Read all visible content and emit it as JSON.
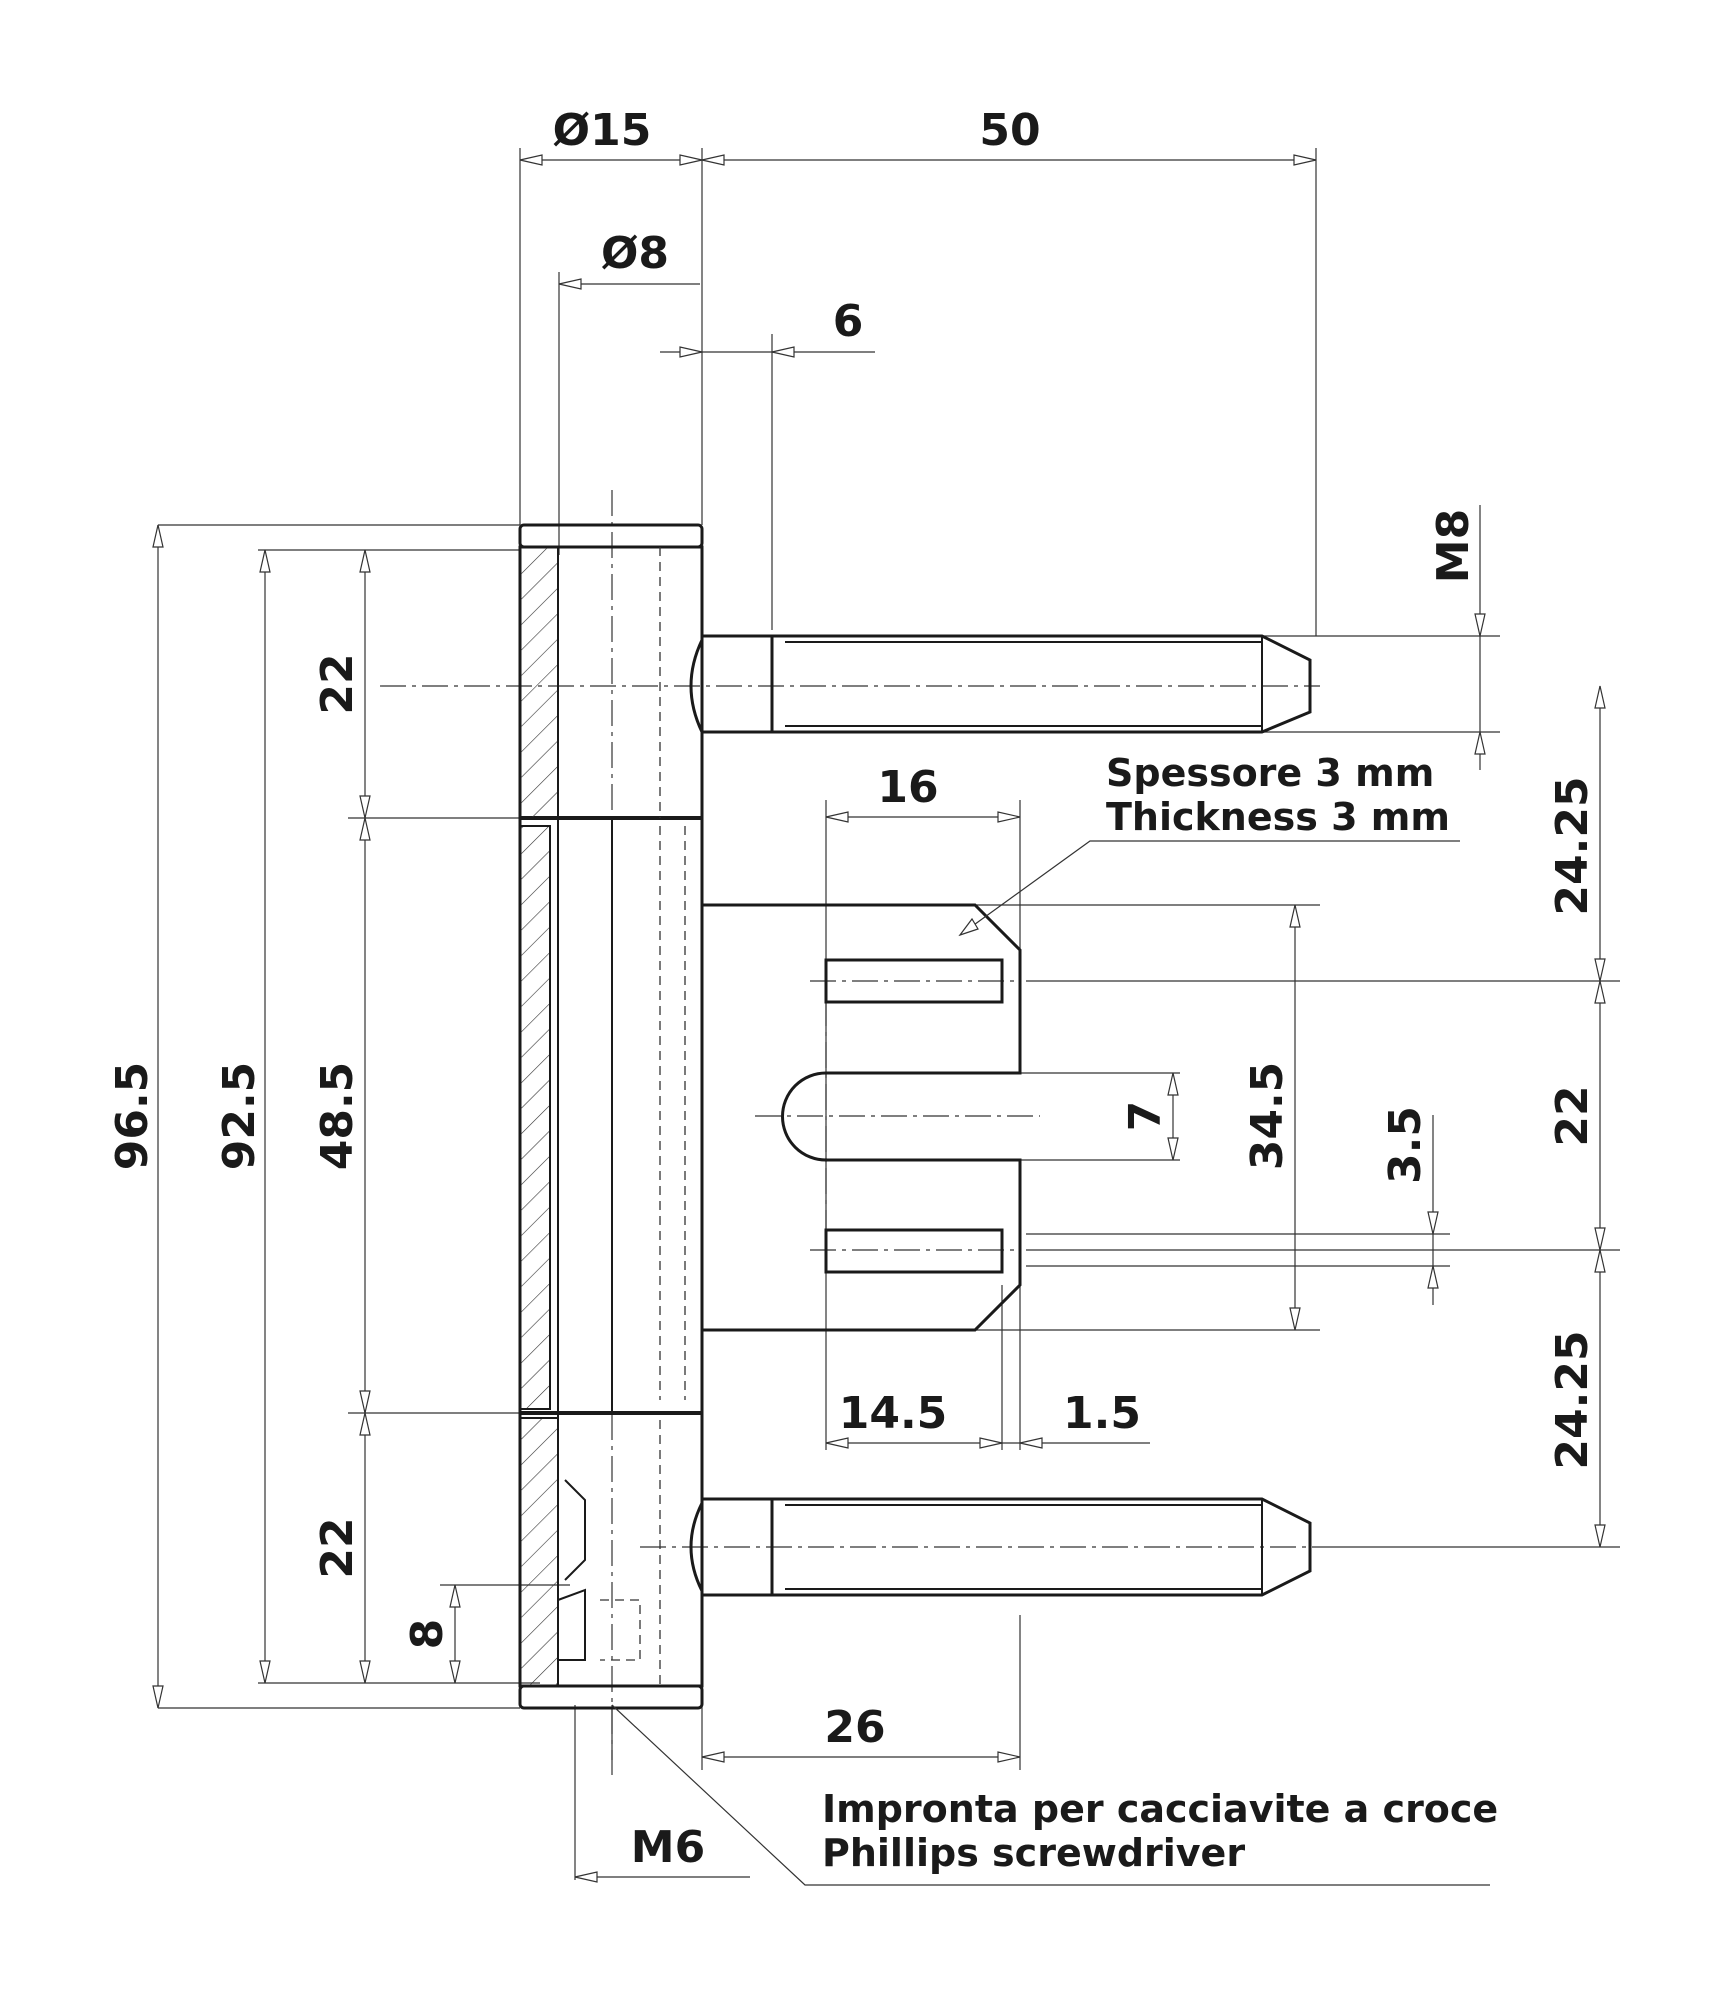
{
  "drawing": {
    "top_dims": {
      "barrel_diameter": "Ø15",
      "length": "50",
      "pin_diameter": "Ø8",
      "offset": "6"
    },
    "right_dims": {
      "thread": "M8",
      "upper_spacing": "24.25",
      "middle_spacing": "22",
      "lower_spacing": "24.25",
      "plate_height": "34.5",
      "slot_width": "3.5",
      "slot_opening": "7"
    },
    "left_dims": {
      "total_height": "96.5",
      "body_height": "92.5",
      "middle_knuckle": "48.5",
      "top_knuckle": "22",
      "bottom_knuckle": "22",
      "screw_depth": "8"
    },
    "bottom_dims": {
      "plate_length": "26",
      "screw_thread": "M6",
      "slot_length": "14.5",
      "slot_gap": "1.5",
      "plate_width": "16"
    },
    "notes": {
      "thickness_it": "Spessore 3 mm",
      "thickness_en": "Thickness 3 mm",
      "screwdriver_it": "Impronta per cacciavite a croce",
      "screwdriver_en": "Phillips screwdriver"
    }
  }
}
